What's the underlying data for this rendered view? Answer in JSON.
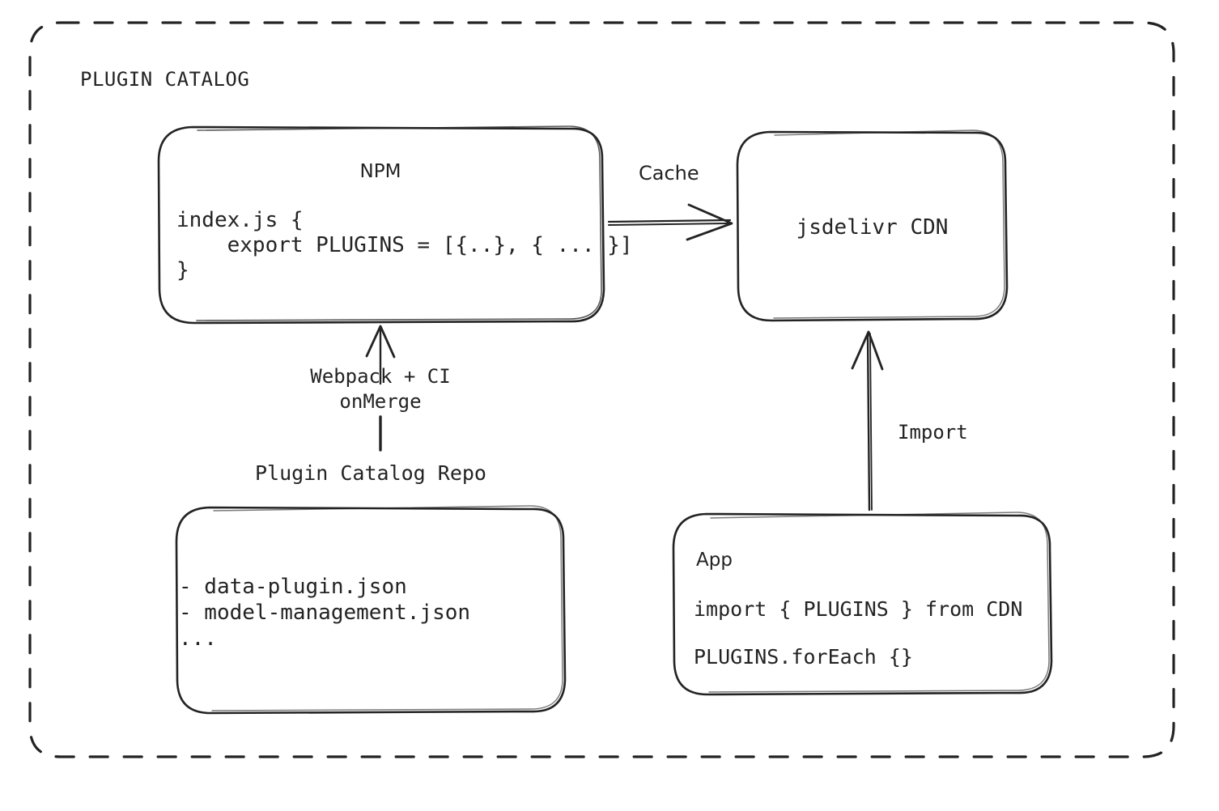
{
  "diagram": {
    "title": "PLUGIN CATALOG",
    "background_color": "#ffffff",
    "stroke_color": "#232323",
    "text_color": "#232323"
  },
  "nodes": {
    "npm": {
      "title": "NPM",
      "code_lines": [
        "index.js {",
        "    export PLUGINS = [{..}, { ... }]",
        "}"
      ]
    },
    "cdn": {
      "title": "jsdelivr CDN"
    },
    "repo": {
      "caption": "Plugin Catalog Repo",
      "items": [
        "- data-plugin.json",
        "- model-management.json",
        "..."
      ]
    },
    "app": {
      "title": "App",
      "code_lines": [
        "import { PLUGINS } from CDN",
        "PLUGINS.forEach {}"
      ]
    }
  },
  "edges": {
    "cache": {
      "label": "Cache",
      "from": "npm",
      "to": "cdn"
    },
    "build": {
      "label_line1": "Webpack + CI",
      "label_line2": "onMerge",
      "from": "repo",
      "to": "npm"
    },
    "import": {
      "label": "Import",
      "from": "app",
      "to": "cdn"
    }
  }
}
